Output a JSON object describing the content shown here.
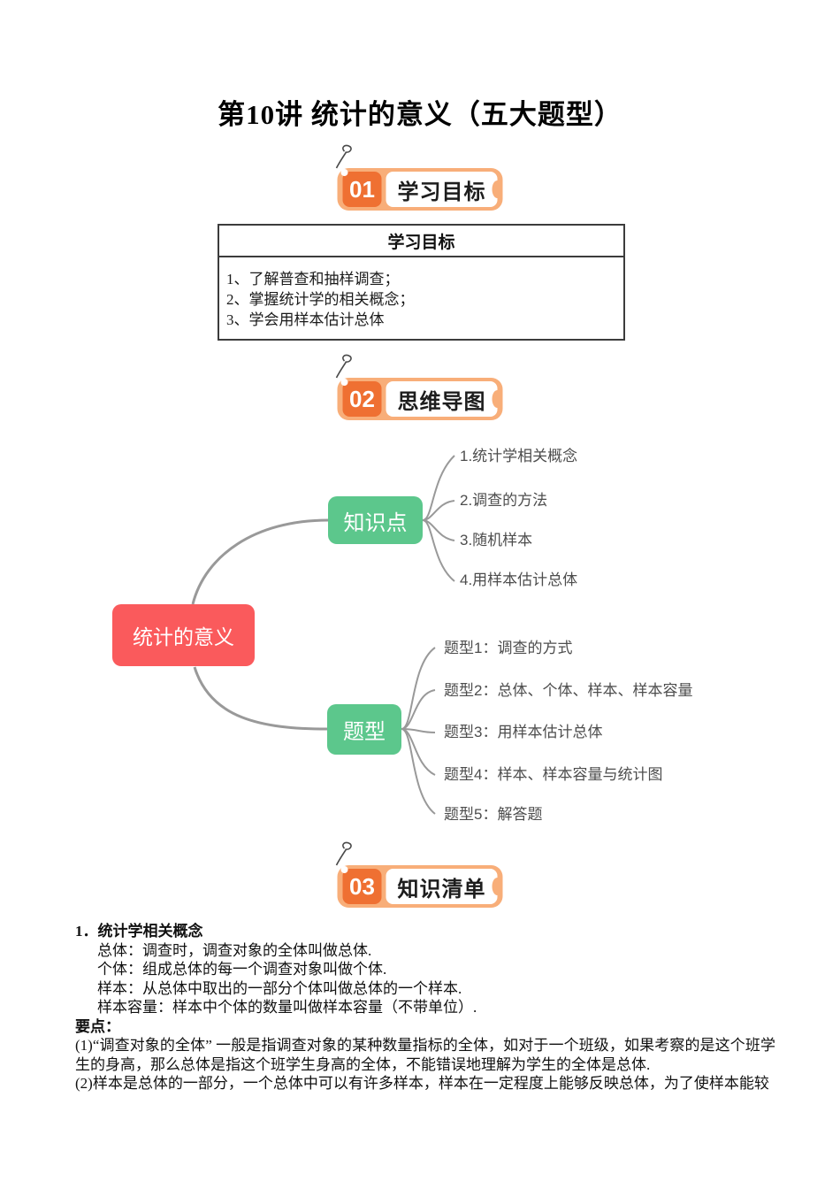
{
  "page_title": "第10讲 统计的意义（五大题型）",
  "badges": [
    {
      "num": "01",
      "label": "学习目标"
    },
    {
      "num": "02",
      "label": "思维导图"
    },
    {
      "num": "03",
      "label": "知识清单"
    }
  ],
  "objectives": {
    "header": "学习目标",
    "items": [
      "1、了解普查和抽样调查；",
      "2、掌握统计学的相关概念；",
      "3、学会用样本估计总体"
    ]
  },
  "mindmap": {
    "root": "统计的意义",
    "branches": [
      {
        "label": "知识点",
        "children": [
          "1.统计学相关概念",
          "2.调查的方法",
          "3.随机样本",
          "4.用样本估计总体"
        ]
      },
      {
        "label": "题型",
        "children": [
          "题型1：调查的方式",
          "题型2：总体、个体、样本、样本容量",
          "题型3：用样本估计总体",
          "题型4：样本、样本容量与统计图",
          "题型5：解答题"
        ]
      }
    ]
  },
  "knowledge": {
    "heading": "1．统计学相关概念",
    "definitions": [
      "总体：调查时，调查对象的全体叫做总体.",
      "个体：组成总体的每一个调查对象叫做个体.",
      "样本：从总体中取出的一部分个体叫做总体的一个样本.",
      "样本容量：样本中个体的数量叫做样本容量（不带单位）."
    ],
    "keypoints_label": "要点：",
    "keypoints": [
      "(1)“调查对象的全体” 一般是指调查对象的某种数量指标的全体，如对于一个班级，如果考察的是这个班学生的身高，那么总体是指这个班学生身高的全体，不能错误地理解为学生的全体是总体.",
      "(2)样本是总体的一部分，一个总体中可以有许多样本，样本在一定程度上能够反映总体，为了使样本能较"
    ]
  },
  "colors": {
    "badge_orange": "#EF7032",
    "badge_light": "#F8AE79",
    "root_red": "#FA5A5C",
    "node_green": "#5CC78C",
    "line_gray": "#999999",
    "leaf_text": "#4d4d4d"
  }
}
